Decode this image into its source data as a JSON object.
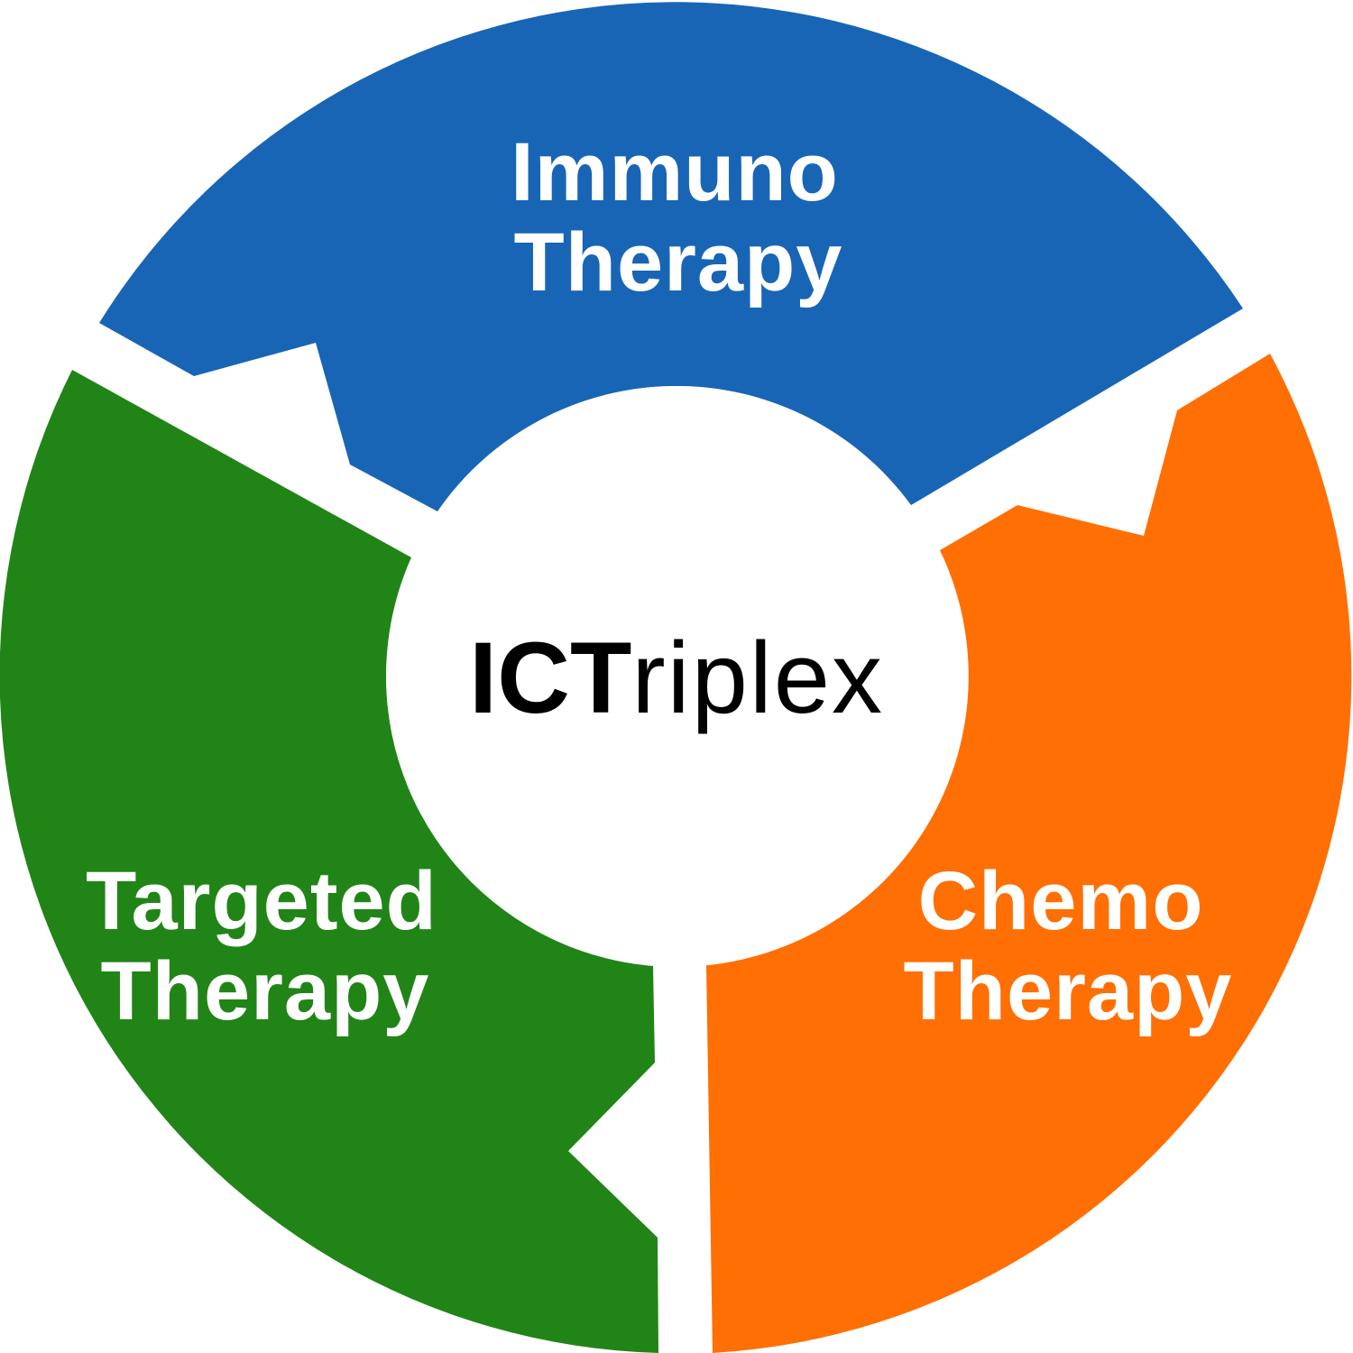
{
  "diagram": {
    "center": {
      "bold": "ICT",
      "light": "riplex"
    },
    "segments": [
      {
        "id": "immuno",
        "line1": "Immuno",
        "line2": "Therapy",
        "color": "#1865B6",
        "text_color": "#FFFFFF"
      },
      {
        "id": "chemo",
        "line1": "Chemo",
        "line2": "Therapy",
        "color": "#FF6F03",
        "text_color": "#FFFFFF"
      },
      {
        "id": "targeted",
        "line1": "Targeted",
        "line2": "Therapy",
        "color": "#218417",
        "text_color": "#FFFFFF"
      }
    ],
    "center_color": "#FFFFFF",
    "center_text_color": "#000000"
  }
}
